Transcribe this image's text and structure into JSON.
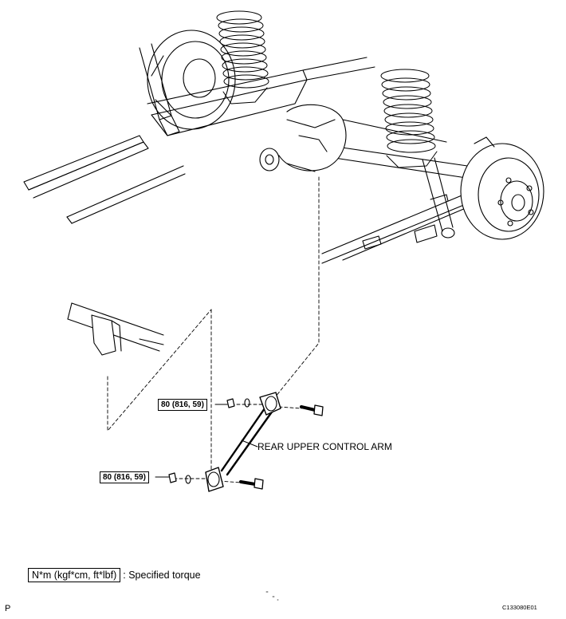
{
  "torque_labels": [
    {
      "value": "80 (816, 59)"
    },
    {
      "value": "80 (816, 59)"
    }
  ],
  "callout": "REAR UPPER CONTROL ARM",
  "legend": {
    "symbol": "N*m (kgf*cm, ft*lbf)",
    "text": ": Specified torque"
  },
  "page_code": "P",
  "figure_code": "C133080E01"
}
